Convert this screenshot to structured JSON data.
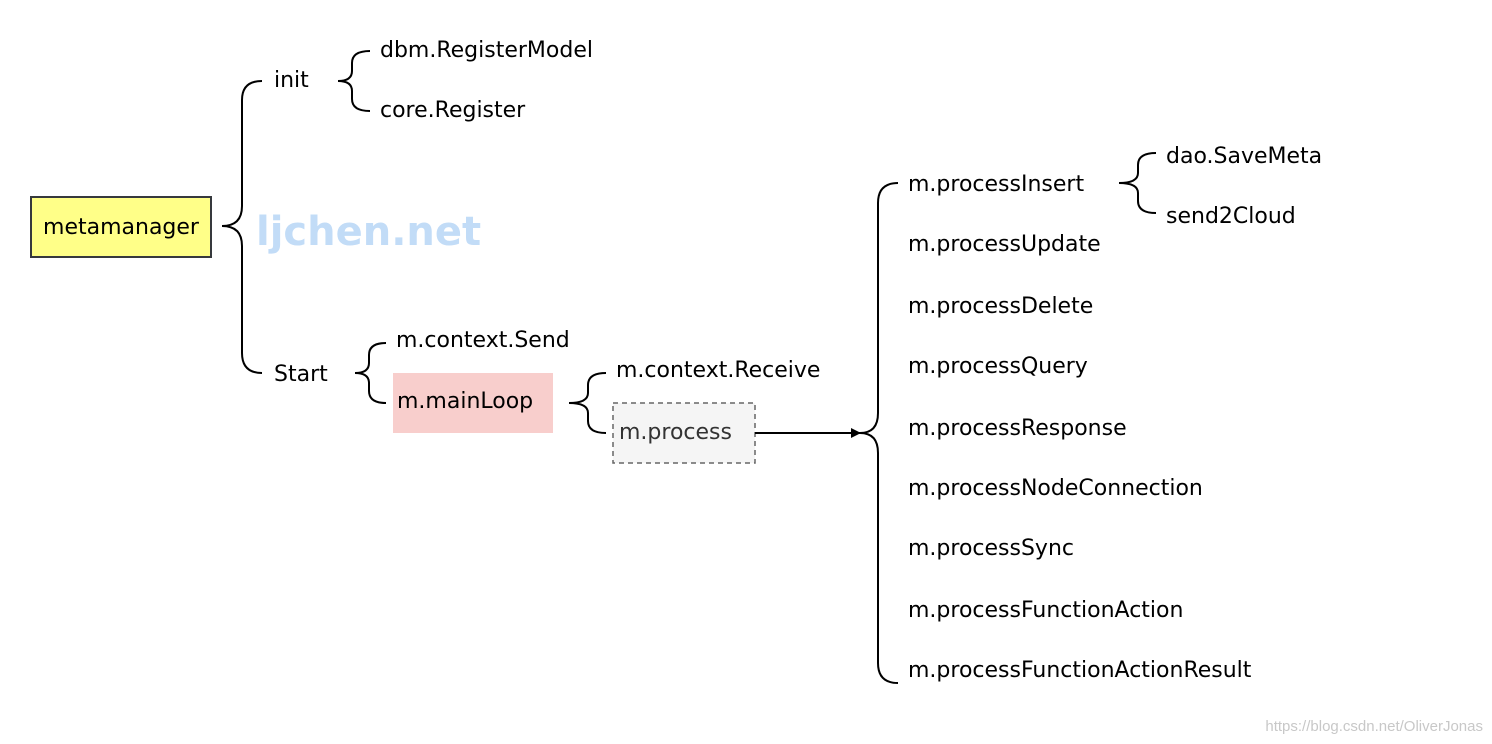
{
  "root": {
    "label": "metamanager",
    "fill": "#ffff88",
    "stroke": "#36393d"
  },
  "watermark": {
    "text": "ljchen.net",
    "color": "#c2dcf7"
  },
  "init": {
    "label": "init",
    "children": [
      "dbm.RegisterModel",
      "core.Register"
    ]
  },
  "start": {
    "label": "Start",
    "children": {
      "send": "m.context.Send",
      "main_loop": {
        "label": "m.mainLoop",
        "fill": "#f8cecc"
      }
    }
  },
  "main_loop": {
    "children": {
      "receive": "m.context.Receive",
      "process": {
        "label": "m.process",
        "fill": "#f5f5f5",
        "stroke": "#666666"
      }
    }
  },
  "process": {
    "children": [
      "m.processInsert",
      "m.processUpdate",
      "m.processDelete",
      "m.processQuery",
      "m.processResponse",
      "m.processNodeConnection",
      "m.processSync",
      "m.processFunctionAction",
      "m.processFunctionActionResult"
    ]
  },
  "insert": {
    "children": [
      "dao.SaveMeta",
      "send2Cloud"
    ]
  },
  "source_mark": "https://blog.csdn.net/OliverJonas"
}
